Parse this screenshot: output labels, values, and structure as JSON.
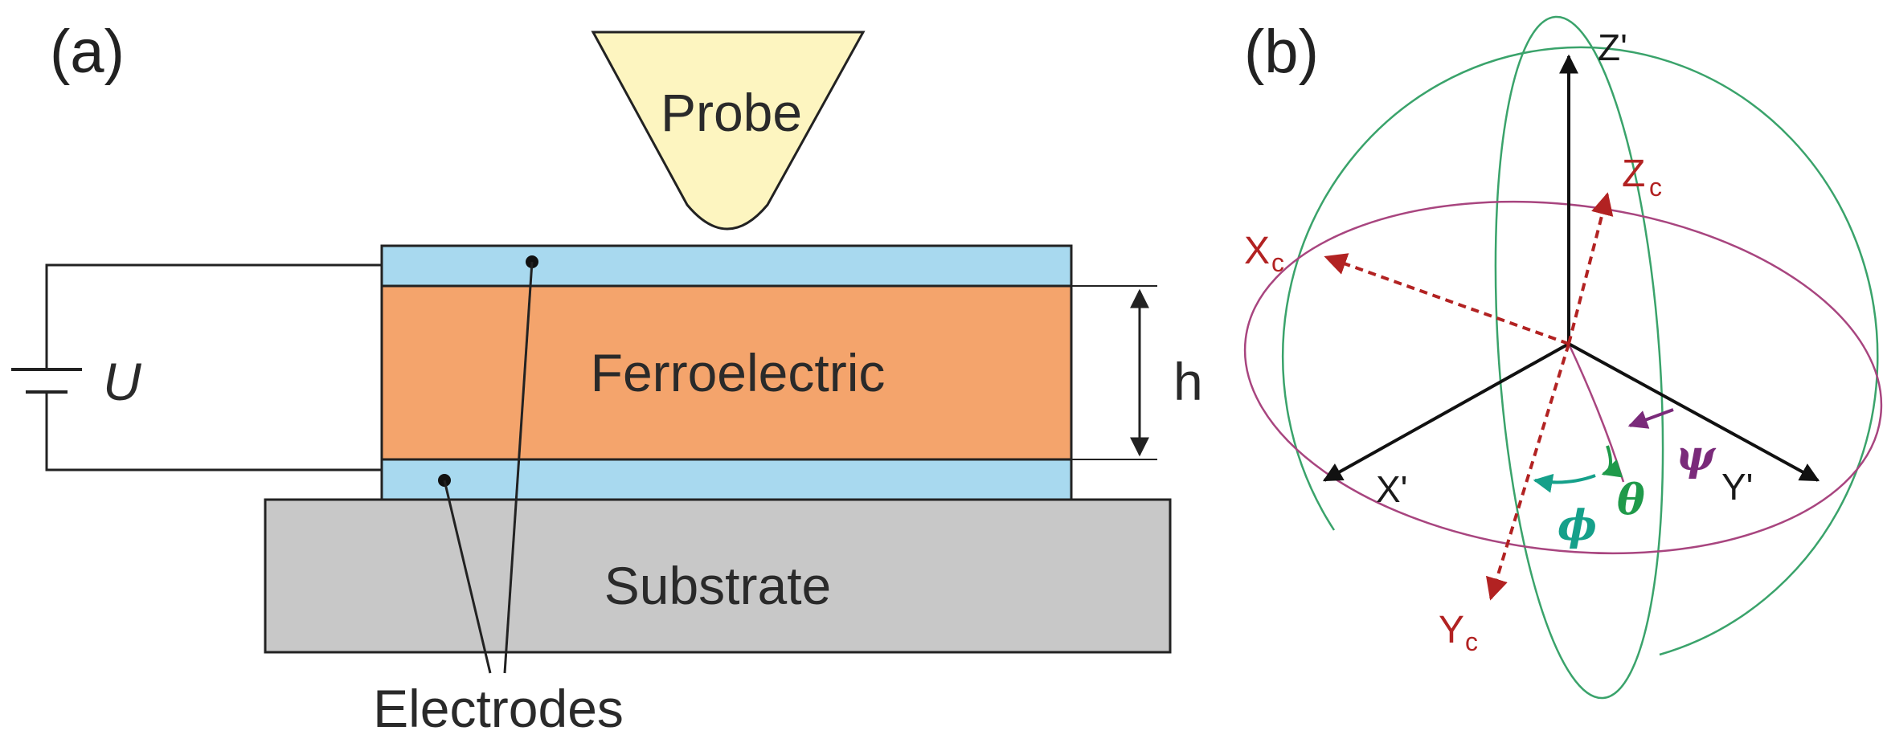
{
  "panel_a": {
    "label": "(a)",
    "probe_label": "Probe",
    "ferroelectric_label": "Ferroelectric",
    "substrate_label": "Substrate",
    "electrodes_label": "Electrodes",
    "voltage_label": "U",
    "thickness_label": "h",
    "colors": {
      "probe": "#fdf5c0",
      "electrode": "#a8d9ef",
      "ferroelectric": "#f4a46c",
      "substrate": "#c8c8c8"
    }
  },
  "panel_b": {
    "label": "(b)",
    "axes": {
      "z_prime": "Z'",
      "x_prime": "X'",
      "y_prime": "Y'",
      "z_c": "Z",
      "x_c": "X",
      "y_c": "Y",
      "c_subscript": "c"
    },
    "angles": {
      "psi": "ψ",
      "theta": "θ",
      "phi": "ϕ"
    },
    "colors": {
      "crystal_axes": "#b22222",
      "lab_axes": "#111111",
      "green_circle": "#3aa36b",
      "magenta_circle": "#a8457f",
      "psi": "#7a2a7a",
      "theta": "#1f9a4a",
      "phi": "#15a08a"
    }
  }
}
